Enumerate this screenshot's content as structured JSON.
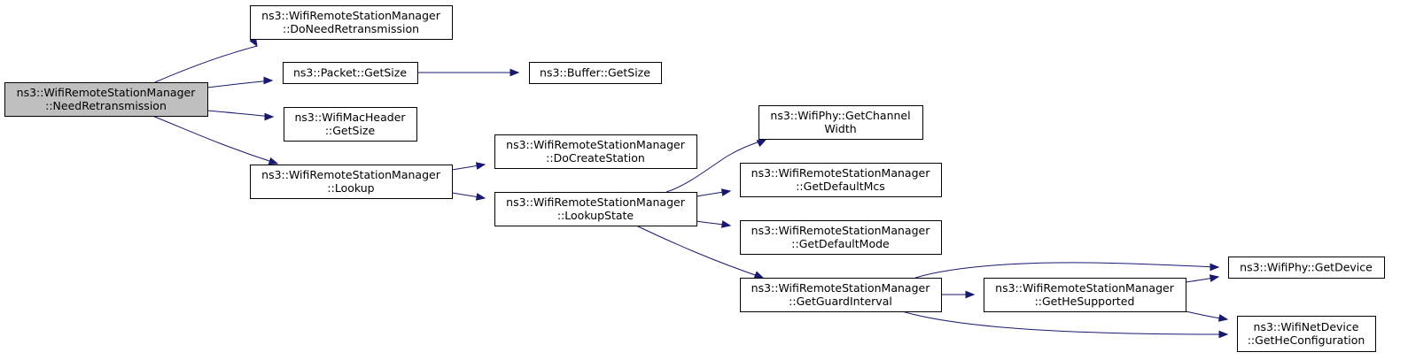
{
  "graph": {
    "root": "n0",
    "nodes": [
      {
        "id": "n0",
        "name": "node-wifiremotestationmanager-needretransmission",
        "lines": [
          "ns3::WifiRemoteStationManager",
          "::NeedRetransmission"
        ],
        "root": true
      },
      {
        "id": "n1",
        "name": "node-wifiremotestationmanager-doneedretransmission",
        "lines": [
          "ns3::WifiRemoteStationManager",
          "::DoNeedRetransmission"
        ]
      },
      {
        "id": "n2",
        "name": "node-packet-getsize",
        "lines": [
          "ns3::Packet::GetSize"
        ]
      },
      {
        "id": "n3",
        "name": "node-buffer-getsize",
        "lines": [
          "ns3::Buffer::GetSize"
        ]
      },
      {
        "id": "n4",
        "name": "node-wifimacheader-getsize",
        "lines": [
          "ns3::WifiMacHeader",
          "::GetSize"
        ]
      },
      {
        "id": "n5",
        "name": "node-wifiremotestationmanager-lookup",
        "lines": [
          "ns3::WifiRemoteStationManager",
          "::Lookup"
        ]
      },
      {
        "id": "n6",
        "name": "node-wifiremotestationmanager-docreatestation",
        "lines": [
          "ns3::WifiRemoteStationManager",
          "::DoCreateStation"
        ]
      },
      {
        "id": "n7",
        "name": "node-wifiremotestationmanager-lookupstate",
        "lines": [
          "ns3::WifiRemoteStationManager",
          "::LookupState"
        ]
      },
      {
        "id": "n8",
        "name": "node-wifiphy-getchannelwidth",
        "lines": [
          "ns3::WifiPhy::GetChannel",
          "Width"
        ]
      },
      {
        "id": "n9",
        "name": "node-wifiremotestationmanager-getdefaultmcs",
        "lines": [
          "ns3::WifiRemoteStationManager",
          "::GetDefaultMcs"
        ]
      },
      {
        "id": "n10",
        "name": "node-wifiremotestationmanager-getdefaultmode",
        "lines": [
          "ns3::WifiRemoteStationManager",
          "::GetDefaultMode"
        ]
      },
      {
        "id": "n11",
        "name": "node-wifiremotestationmanager-getguardinterval",
        "lines": [
          "ns3::WifiRemoteStationManager",
          "::GetGuardInterval"
        ]
      },
      {
        "id": "n12",
        "name": "node-wifiremotestationmanager-gethesupported",
        "lines": [
          "ns3::WifiRemoteStationManager",
          "::GetHeSupported"
        ]
      },
      {
        "id": "n13",
        "name": "node-wifiphy-getdevice",
        "lines": [
          "ns3::WifiPhy::GetDevice"
        ]
      },
      {
        "id": "n14",
        "name": "node-wifinetdevice-getheconfiguration",
        "lines": [
          "ns3::WifiNetDevice",
          "::GetHeConfiguration"
        ]
      }
    ],
    "edges": [
      {
        "from": "n0",
        "to": "n1"
      },
      {
        "from": "n0",
        "to": "n2"
      },
      {
        "from": "n0",
        "to": "n4"
      },
      {
        "from": "n0",
        "to": "n5"
      },
      {
        "from": "n2",
        "to": "n3"
      },
      {
        "from": "n5",
        "to": "n6"
      },
      {
        "from": "n5",
        "to": "n7"
      },
      {
        "from": "n7",
        "to": "n8"
      },
      {
        "from": "n7",
        "to": "n9"
      },
      {
        "from": "n7",
        "to": "n10"
      },
      {
        "from": "n7",
        "to": "n11"
      },
      {
        "from": "n11",
        "to": "n13"
      },
      {
        "from": "n11",
        "to": "n12"
      },
      {
        "from": "n11",
        "to": "n14"
      },
      {
        "from": "n12",
        "to": "n13"
      },
      {
        "from": "n12",
        "to": "n14"
      }
    ],
    "colors": {
      "edge": "#191970",
      "root_fill": "#bfbfbf",
      "node_fill": "#ffffff",
      "node_stroke": "#000000"
    }
  }
}
